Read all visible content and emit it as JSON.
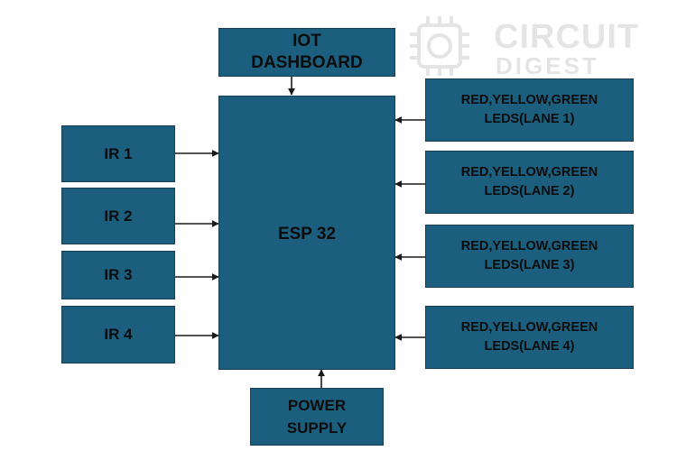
{
  "watermark": {
    "line1": "CIRCUIT",
    "line2": "DIGEST"
  },
  "blocks": {
    "iot": {
      "line1": "IOT",
      "line2": "DASHBOARD"
    },
    "esp": "ESP 32",
    "power": {
      "line1": "POWER",
      "line2": "SUPPLY"
    },
    "ir": [
      "IR 1",
      "IR 2",
      "IR 3",
      "IR 4"
    ],
    "leds": [
      {
        "line1": "RED,YELLOW,GREEN",
        "line2": "LEDS(LANE 1)"
      },
      {
        "line1": "RED,YELLOW,GREEN",
        "line2": "LEDS(LANE 2)"
      },
      {
        "line1": "RED,YELLOW,GREEN",
        "line2": "LEDS(LANE 3)"
      },
      {
        "line1": "RED,YELLOW,GREEN",
        "line2": "LEDS(LANE 4)"
      }
    ]
  },
  "colors": {
    "block_fill": "#1b5e7d",
    "block_border": "#163f55",
    "text": "#0c0c0c",
    "wire": "#1a1a1a"
  }
}
